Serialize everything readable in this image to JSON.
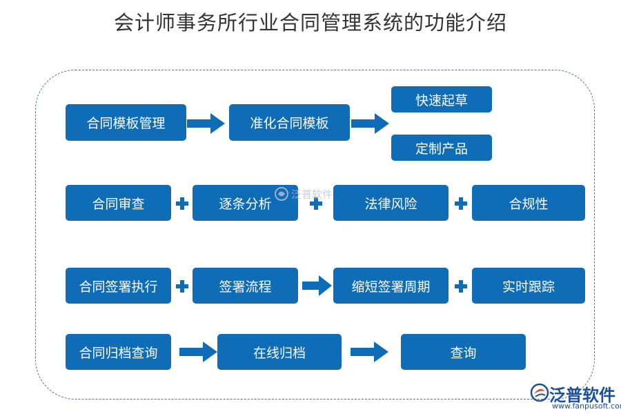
{
  "title": "会计师事务所行业合同管理系统的功能介绍",
  "rows": {
    "template": {
      "start": "合同模板管理",
      "standard": "准化合同模板",
      "branch_quick": "快速起草",
      "branch_custom": "定制产品"
    },
    "review": [
      "合同审查",
      "逐条分析",
      "法律风险",
      "合规性"
    ],
    "sign": [
      "合同签署执行",
      "签署流程",
      "缩短签署周期",
      "实时跟踪"
    ],
    "archive": [
      "合同归档查询",
      "在线归档",
      "查询"
    ]
  },
  "watermark": "泛普软件",
  "logo": {
    "name": "泛普软件",
    "url": "www.fanpusoft.com"
  },
  "colors": {
    "box": "#0f6db8",
    "frame": "#5a6f9a",
    "title": "#333333"
  }
}
